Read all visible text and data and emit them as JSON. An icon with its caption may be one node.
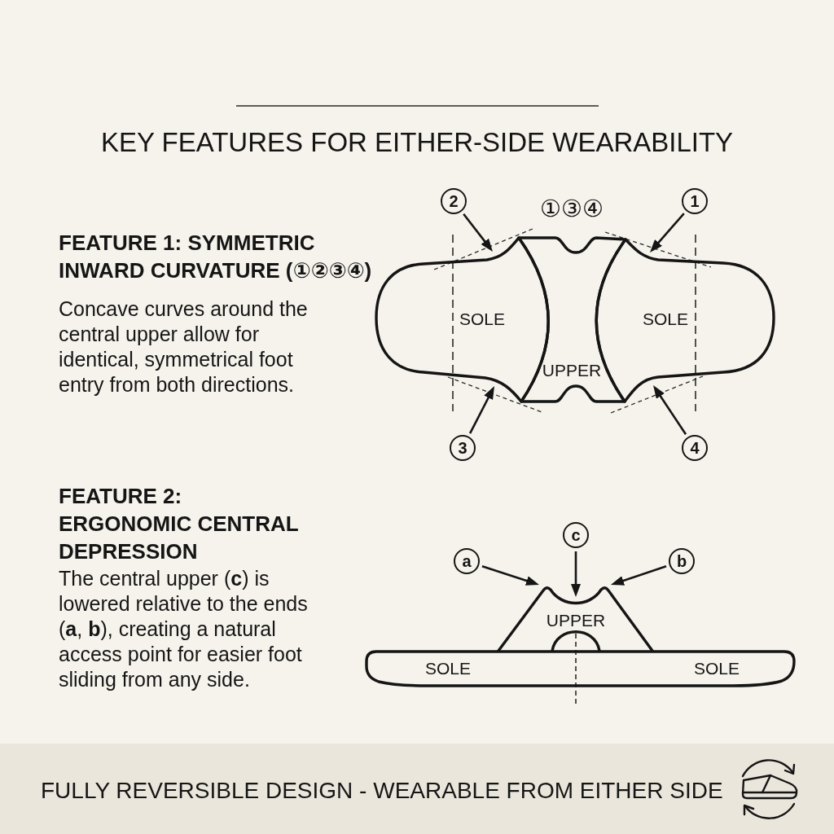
{
  "diagram": {
    "title": "KEY FEATURES FOR EITHER-SIDE WEARABILITY",
    "caption": "FULLY REVERSIBLE DESIGN - WEARABLE FROM EITHER SIDE",
    "nodes": [
      {
        "text": [
          "2"
        ]
      },
      {
        "text": [
          "1"
        ]
      },
      {
        "text": [
          "SOLE"
        ]
      },
      {
        "text": [
          "UPPER"
        ]
      },
      {
        "text": [
          "SOLE"
        ]
      },
      {
        "text": [
          "3"
        ]
      },
      {
        "text": [
          "4"
        ]
      },
      {
        "text": [
          "c"
        ]
      },
      {
        "text": [
          "a"
        ]
      },
      {
        "text": [
          "b"
        ]
      },
      {
        "text": [
          "UPPER"
        ]
      },
      {
        "text": [
          "SOLE",
          "SOLE"
        ]
      }
    ],
    "edges": [
      {
        "from": 0,
        "to": 2,
        "arrow": "to"
      },
      {
        "from": 1,
        "to": 4,
        "arrow": "to"
      },
      {
        "from": 5,
        "to": 2,
        "arrow": "to"
      },
      {
        "from": 6,
        "to": 4,
        "arrow": "to"
      },
      {
        "from": 7,
        "to": 10,
        "arrow": "to"
      },
      {
        "from": 8,
        "to": 10,
        "arrow": "to"
      },
      {
        "from": 9,
        "to": 10,
        "arrow": "to"
      }
    ],
    "labels": [
      "①③④",
      "FEATURE 1: SYMMETRIC INWARD CURVATURE (①②③④)",
      "Concave curves around the central upper allow for identical, symmetrical foot entry from both directions.",
      "FEATURE 2: ERGONOMIC CENTRAL DEPRESSION",
      "The central upper (**c**) is lowered relative to the ends (**a**, **b**), creating a natural access point for easier foot sliding from any side."
    ]
  }
}
